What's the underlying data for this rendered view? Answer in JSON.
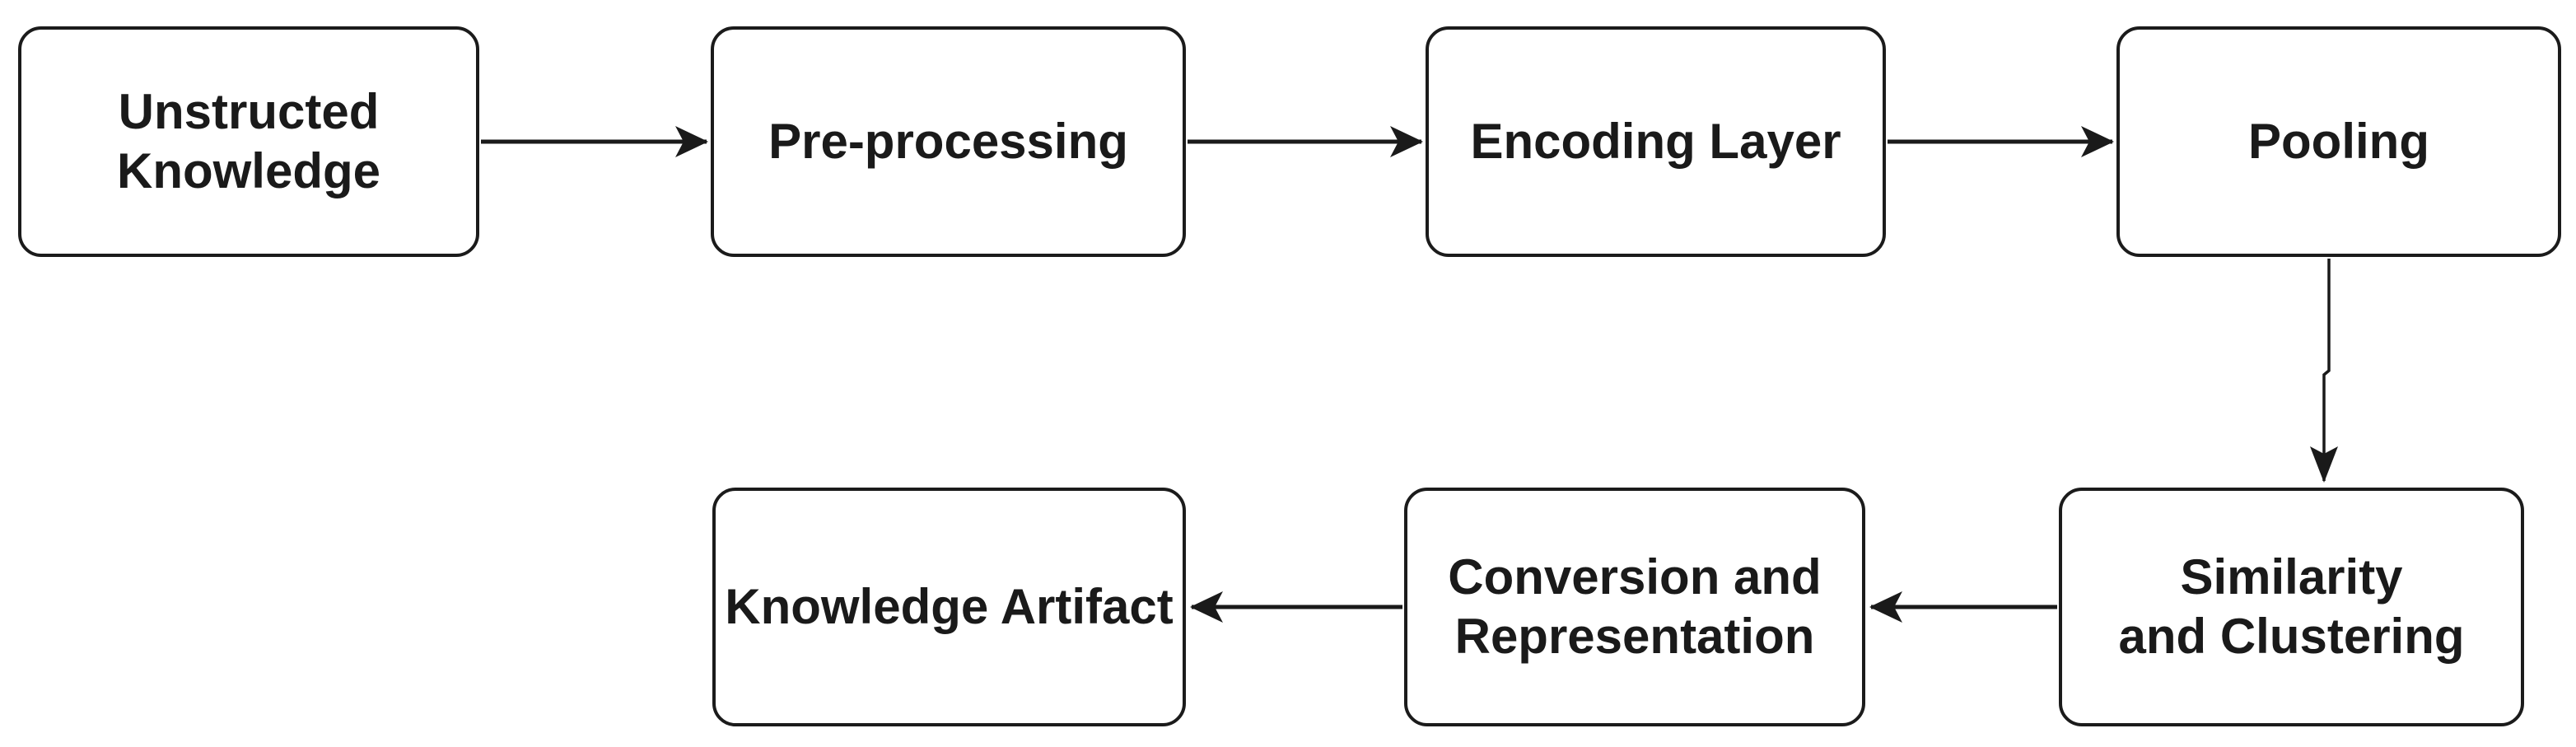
{
  "diagram": {
    "type": "flowchart",
    "colors": {
      "background": "#ffffff",
      "stroke": "#1a1a1a",
      "text": "#1a1a1a"
    },
    "nodes": [
      {
        "id": "unstructed-knowledge",
        "label": "Unstructed\nKnowledge"
      },
      {
        "id": "pre-processing",
        "label": "Pre-processing"
      },
      {
        "id": "encoding-layer",
        "label": "Encoding Layer"
      },
      {
        "id": "pooling",
        "label": "Pooling"
      },
      {
        "id": "knowledge-artifact",
        "label": "Knowledge Artifact"
      },
      {
        "id": "conversion-and-representation",
        "label": "Conversion and\nRepresentation"
      },
      {
        "id": "similarity-and-clustering",
        "label": "Similarity\nand Clustering"
      }
    ],
    "edges": [
      {
        "from": "unstructed-knowledge",
        "to": "pre-processing",
        "direction": "right"
      },
      {
        "from": "pre-processing",
        "to": "encoding-layer",
        "direction": "right"
      },
      {
        "from": "encoding-layer",
        "to": "pooling",
        "direction": "right"
      },
      {
        "from": "pooling",
        "to": "similarity-and-clustering",
        "direction": "down"
      },
      {
        "from": "similarity-and-clustering",
        "to": "conversion-and-representation",
        "direction": "left"
      },
      {
        "from": "conversion-and-representation",
        "to": "knowledge-artifact",
        "direction": "left"
      }
    ]
  }
}
